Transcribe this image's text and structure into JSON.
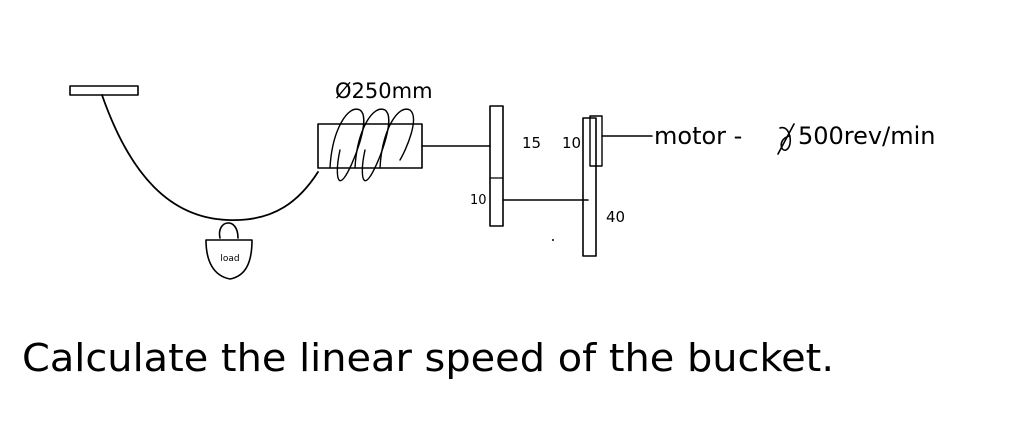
{
  "diagram": {
    "drum_diameter_label": "Ø250mm",
    "gear_a_teeth": "15",
    "gear_b_teeth": "10",
    "gear_c_teeth": "10",
    "gear_d_teeth": "40",
    "motor_label": "motor -",
    "motor_speed": "500rev/min",
    "load_label": "load"
  },
  "question": "Calculate the linear speed of the bucket."
}
